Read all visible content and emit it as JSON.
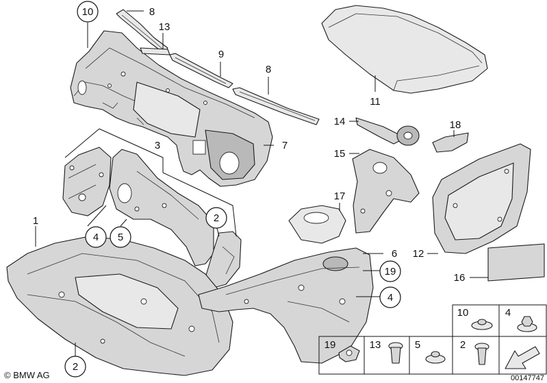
{
  "callouts": [
    {
      "id": "c10",
      "label": "10",
      "circled": true
    },
    {
      "id": "c8a",
      "label": "8",
      "circled": false
    },
    {
      "id": "c13",
      "label": "13",
      "circled": false
    },
    {
      "id": "c9",
      "label": "9",
      "circled": false
    },
    {
      "id": "c8b",
      "label": "8",
      "circled": false
    },
    {
      "id": "c11",
      "label": "11",
      "circled": false
    },
    {
      "id": "c14",
      "label": "14",
      "circled": false
    },
    {
      "id": "c18",
      "label": "18",
      "circled": false
    },
    {
      "id": "c3",
      "label": "3",
      "circled": false
    },
    {
      "id": "c7",
      "label": "7",
      "circled": false
    },
    {
      "id": "c15",
      "label": "15",
      "circled": false
    },
    {
      "id": "c17",
      "label": "17",
      "circled": false
    },
    {
      "id": "c2a",
      "label": "2",
      "circled": true
    },
    {
      "id": "c1",
      "label": "1",
      "circled": false
    },
    {
      "id": "c4a",
      "label": "4",
      "circled": true
    },
    {
      "id": "c5a",
      "label": "5",
      "circled": true
    },
    {
      "id": "c6",
      "label": "6",
      "circled": false
    },
    {
      "id": "c12",
      "label": "12",
      "circled": false
    },
    {
      "id": "c19a",
      "label": "19",
      "circled": true
    },
    {
      "id": "c16",
      "label": "16",
      "circled": false
    },
    {
      "id": "c4b",
      "label": "4",
      "circled": true
    },
    {
      "id": "c2b",
      "label": "2",
      "circled": true
    }
  ],
  "fastener_tray": [
    {
      "id": "t10",
      "label": "10"
    },
    {
      "id": "t4",
      "label": "4"
    },
    {
      "id": "t19",
      "label": "19"
    },
    {
      "id": "t13",
      "label": "13"
    },
    {
      "id": "t5",
      "label": "5"
    },
    {
      "id": "t2",
      "label": "2"
    }
  ],
  "brand": "© BMW AG",
  "doc_number": "00147747"
}
